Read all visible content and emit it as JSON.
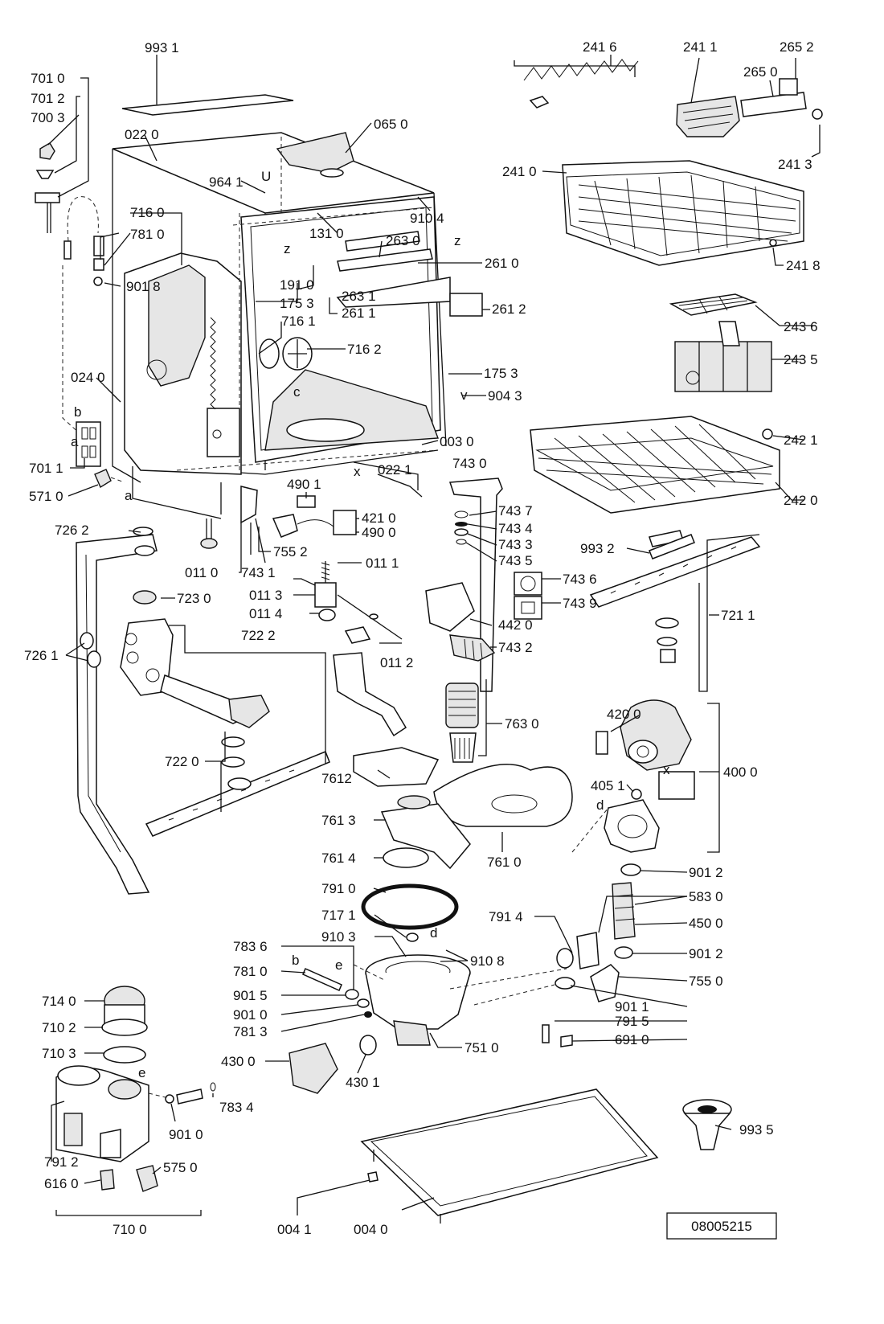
{
  "doc_number": "08005215",
  "letters": {
    "a": "a",
    "b": "b",
    "c": "c",
    "d": "d",
    "e": "e",
    "x": "x",
    "z": "z",
    "v": "v",
    "u": "U"
  },
  "parts": {
    "p9931": "993 1",
    "p7010": "701 0",
    "p7012": "701 2",
    "p7003": "700 3",
    "p0220": "022 0",
    "p0650": "065 0",
    "p9641": "964 1",
    "p9104": "910 4",
    "p7160": "716 0",
    "p7810": "781 0",
    "p1310": "131 0",
    "p2630": "263 0",
    "p2610": "261 0",
    "p9018": "901 8",
    "p1910": "191 0",
    "p1753a": "175 3",
    "p2631": "263 1",
    "p2611": "261 1",
    "p2612": "261 2",
    "p7161": "716 1",
    "p7162": "716 2",
    "p0240": "024 0",
    "p1753b": "175 3",
    "p9043": "904 3",
    "p0030": "003 0",
    "p7011": "701 1",
    "p7430": "743 0",
    "p5710": "571 0",
    "p0221": "022 1",
    "p4901": "490 1",
    "p4210": "421 0",
    "p4900": "490 0",
    "p7437": "743 7",
    "p7434": "743 4",
    "p7433": "743 3",
    "p7435": "743 5",
    "p7262": "726 2",
    "p7552": "755 2",
    "p7431": "743 1",
    "p0110": "011 0",
    "p0111": "011 1",
    "p0113": "011 3",
    "p0114": "011 4",
    "p0112": "011 2",
    "p7230": "723 0",
    "p7436": "743 6",
    "p7439": "743 9",
    "p4420": "442 0",
    "p7432": "743 2",
    "p7222": "722 2",
    "p7261": "726 1",
    "p7220": "722 0",
    "p7630": "763 0",
    "p7612": "7612",
    "p7613": "761 3",
    "p7614": "761 4",
    "p7610": "761 0",
    "p7910": "791 0",
    "p7171": "717 1",
    "p9103": "910 3",
    "p9108": "910 8",
    "p7914": "791 4",
    "p7836": "783 6",
    "p7810b": "781 0",
    "p9015": "901 5",
    "p9010": "901 0",
    "p7813": "781 3",
    "p7140": "714 0",
    "p7102": "710 2",
    "p7103": "710 3",
    "p4300": "430 0",
    "p4301": "430 1",
    "p7510": "751 0",
    "p7834": "783 4",
    "p9010b": "901 0",
    "p7912": "791 2",
    "p6160": "616 0",
    "p5750": "575 0",
    "p7100": "710 0",
    "p0041": "004 1",
    "p0040": "004 0",
    "p2416": "241 6",
    "p2411": "241 1",
    "p2652": "265 2",
    "p2650": "265 0",
    "p2413": "241 3",
    "p2410": "241 0",
    "p2418": "241 8",
    "p2436": "243 6",
    "p2435": "243 5",
    "p2421": "242 1",
    "p2420": "242 0",
    "p9932": "993 2",
    "p7211": "721 1",
    "p4200": "420 0",
    "p4000": "400 0",
    "p4051": "405 1",
    "p9012a": "901 2",
    "p5830": "583 0",
    "p4500": "450 0",
    "p9012b": "901 2",
    "p7550": "755 0",
    "p9011": "901 1",
    "p7915": "791 5",
    "p6910": "691 0",
    "p9935": "993 5"
  }
}
